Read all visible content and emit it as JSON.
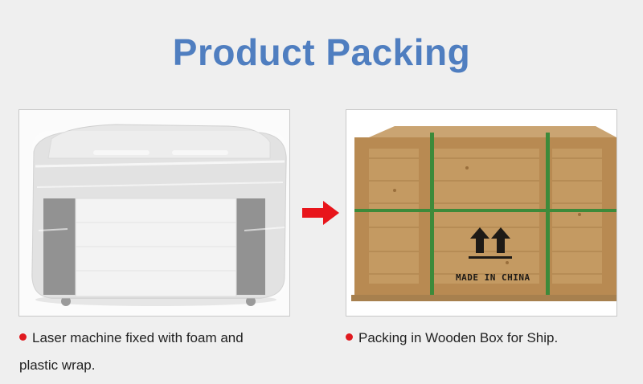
{
  "title": "Product Packing",
  "left_panel": {
    "caption": "Laser machine fixed with foam and plastic wrap."
  },
  "right_panel": {
    "caption": "Packing in Wooden Box for Ship.",
    "box_stencil": "MADE IN CHINA"
  },
  "colors": {
    "title": "#4f7ec0",
    "bullet": "#e0191f",
    "arrow": "#e8151b"
  },
  "icons": [
    "arrow-right-icon",
    "this-way-up-icon",
    "bullet-icon"
  ]
}
